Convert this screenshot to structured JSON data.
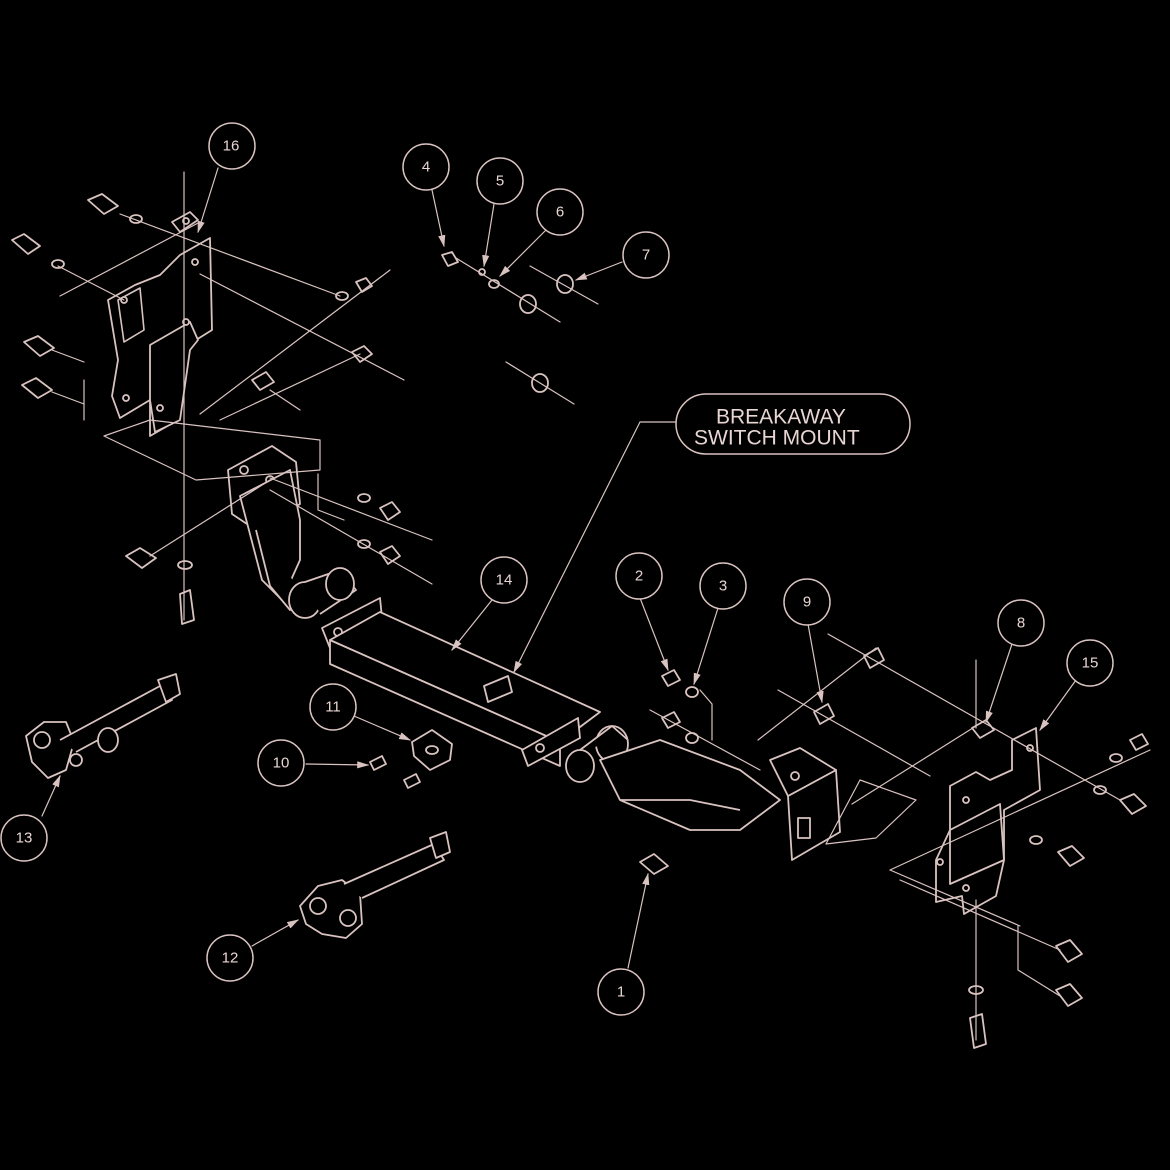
{
  "callouts": {
    "c1": "1",
    "c2": "2",
    "c3": "3",
    "c4": "4",
    "c5": "5",
    "c6": "6",
    "c7": "7",
    "c8": "8",
    "c9": "9",
    "c10": "10",
    "c11": "11",
    "c12": "12",
    "c13": "13",
    "c14": "14",
    "c15": "15",
    "c16": "16"
  },
  "label": {
    "line1": "BREAKAWAY",
    "line2": "SWITCH MOUNT"
  },
  "colors": {
    "background": "#000000",
    "linework": "#d9c3c0"
  }
}
